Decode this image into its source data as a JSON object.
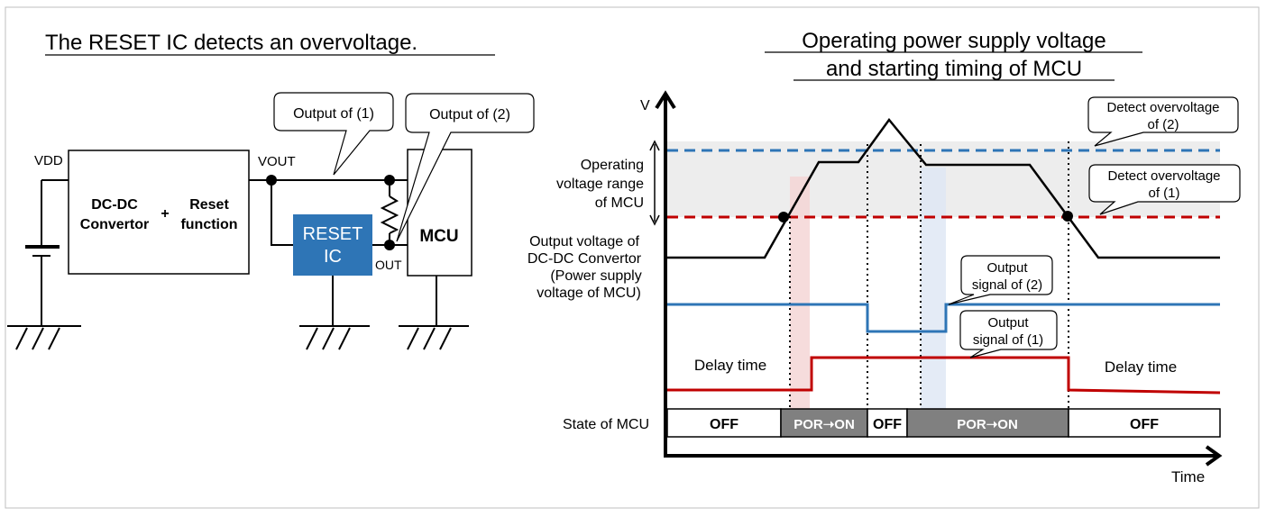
{
  "left_panel": {
    "title": "The RESET IC detects an overvoltage.",
    "vdd_label": "VDD",
    "dcdc_line1": "DC-DC",
    "dcdc_line2": "Convertor",
    "plus": "+",
    "reset_line1": "Reset",
    "reset_line2": "function",
    "vout_label": "VOUT",
    "reset_ic_line1": "RESET",
    "reset_ic_line2": "IC",
    "out_label": "OUT",
    "mcu_label": "MCU",
    "callout1": "Output of (1)",
    "callout2": "Output of (2)"
  },
  "right_panel": {
    "title_line1": "Operating power supply voltage",
    "title_line2": "and starting timing of MCU",
    "v_axis": "V",
    "time_axis": "Time",
    "op_range_line1": "Operating",
    "op_range_line2": "voltage range",
    "op_range_line3": "of MCU",
    "out_voltage_line1": "Output voltage of",
    "out_voltage_line2": "DC-DC Convertor",
    "out_voltage_line3": "(Power supply",
    "out_voltage_line4": "voltage of MCU)",
    "detect2_line1": "Detect overvoltage",
    "detect2_line2": "of (2)",
    "detect1_line1": "Detect overvoltage",
    "detect1_line2": "of (1)",
    "sig2_line1": "Output",
    "sig2_line2": "signal of (2)",
    "sig1_line1": "Output",
    "sig1_line2": "signal of (1)",
    "delay_left": "Delay time",
    "delay_right": "Delay time",
    "state_label": "State of MCU",
    "states": [
      "OFF",
      "POR➝ON",
      "OFF",
      "POR➝ON",
      "OFF"
    ]
  },
  "colors": {
    "reset_ic_fill": "#2e75b6",
    "blue_line": "#2e75b6",
    "red_line": "#c00000",
    "gray_state": "#808080",
    "op_range_band": "#ededed"
  }
}
